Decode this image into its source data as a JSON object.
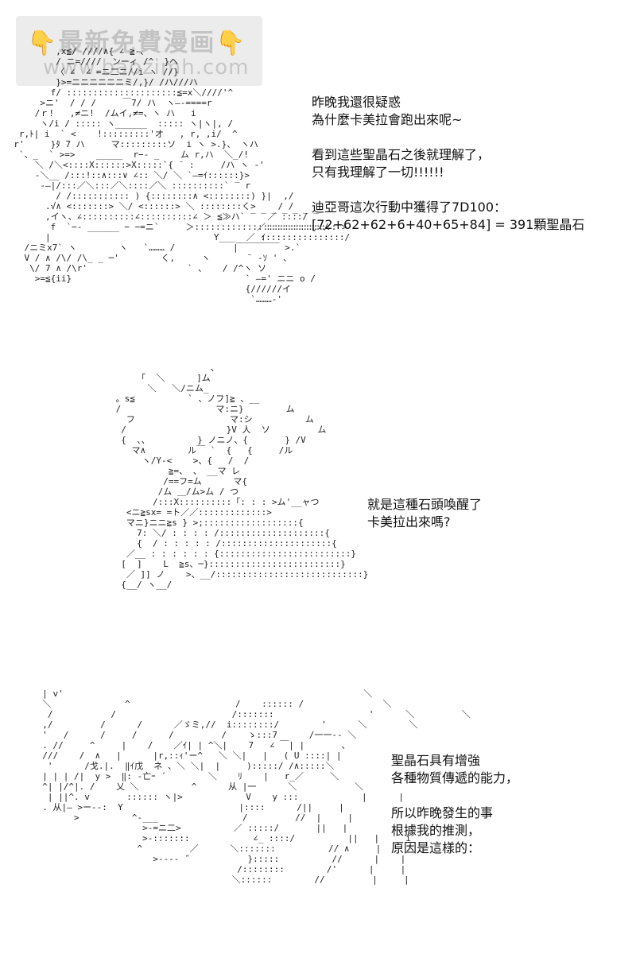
{
  "watermark": {
    "hand_left": "👇",
    "title": "最新免費漫画",
    "hand_right": "👇",
    "url": "www.baozimh.com"
  },
  "blocks": [
    {
      "lines": [
        "昨晚我還很疑惑",
        "為什麼卡美拉會跑出來呢~",
        "",
        "看到這些聖晶石之後就理解了，",
        "只有我理解了一切!!!!!!",
        "",
        "迪亞哥這次行動中獲得了7D100：",
        "[72+62+62+6+40+65+84] = 391顆聖晶石"
      ]
    },
    {
      "lines": [
        "就是這種石頭喚醒了",
        "卡美拉出來嗎?"
      ]
    },
    {
      "lines": [
        "聖晶石具有增強",
        "各種物質傳遞的能力，",
        "",
        "所以昨晚發生的事",
        "根據我的推測，",
        "原因是這樣的："
      ]
    }
  ]
}
